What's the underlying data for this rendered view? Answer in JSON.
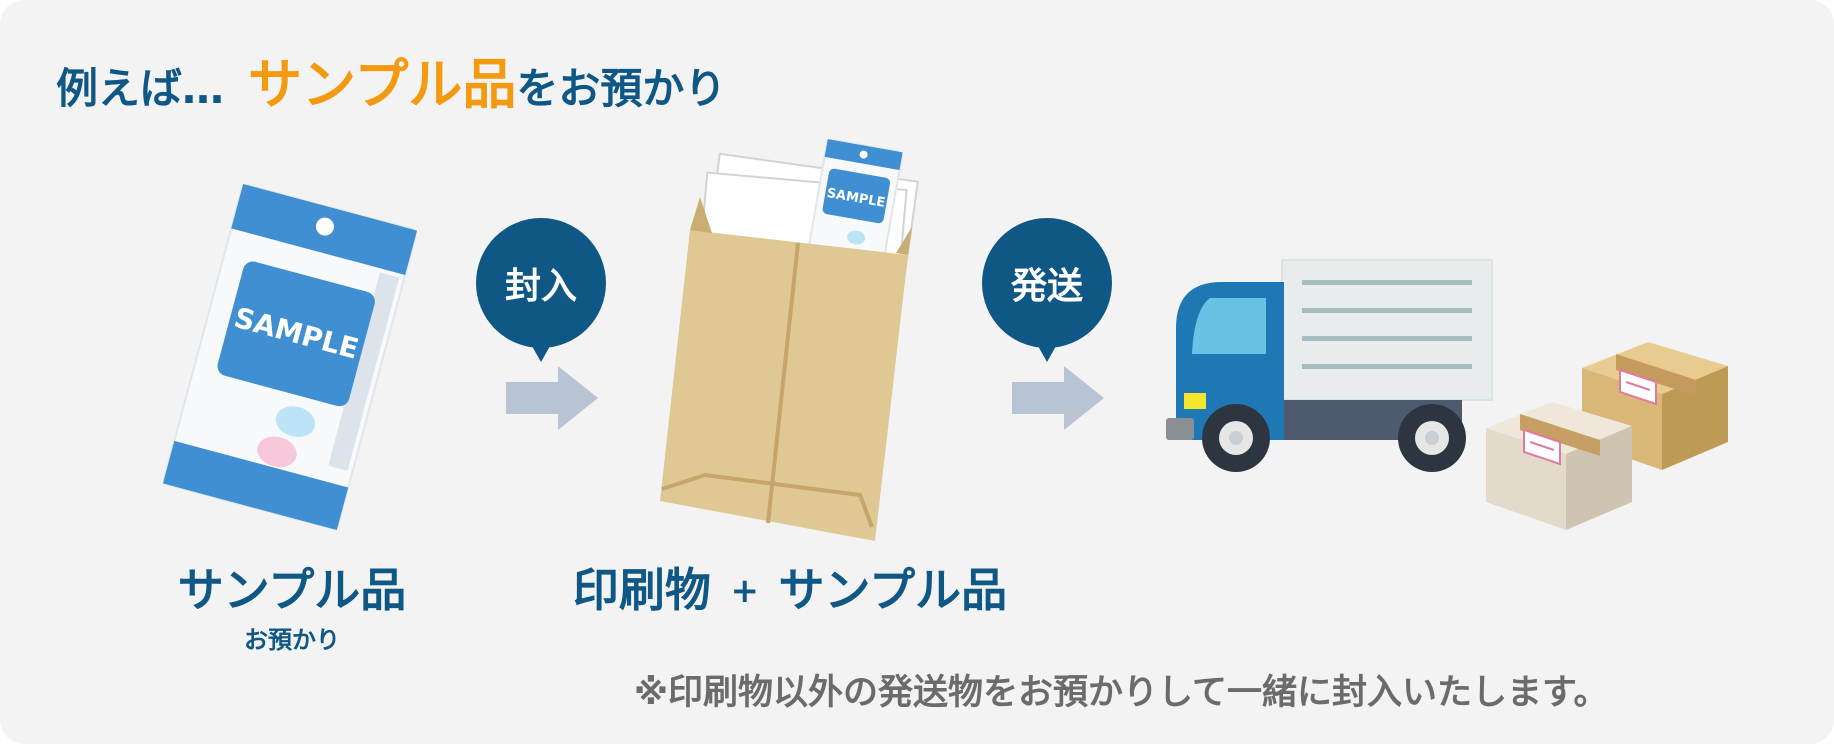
{
  "heading": {
    "prefix": "例えば…",
    "highlight": "サンプル品",
    "suffix": "をお預かり"
  },
  "steps": [
    {
      "label": "サンプル品",
      "sublabel": "お預かり",
      "image_text": "SAMPLE"
    },
    {
      "action": "封入"
    },
    {
      "label_left": "印刷物",
      "plus": "+",
      "label_right": "サンプル品",
      "image_text": "SAMPLE"
    },
    {
      "action": "発送"
    }
  ],
  "note": "※印刷物以外の発送物をお預かりして一緒に封入いたします。",
  "colors": {
    "navy": "#0f5785",
    "orange": "#f39a11",
    "panel": "#f3f3f3",
    "arrow": "#b8c4d4",
    "sample_blue": "#3f8fd2",
    "envelope": "#dfc894",
    "truck_blue": "#1e78b4",
    "box_tan": "#d9b877",
    "note_gray": "#6b6b6b"
  },
  "icons": [
    "right-arrow-icon",
    "sample-pack-icon",
    "envelope-icon",
    "truck-icon",
    "parcel-box-icon"
  ]
}
